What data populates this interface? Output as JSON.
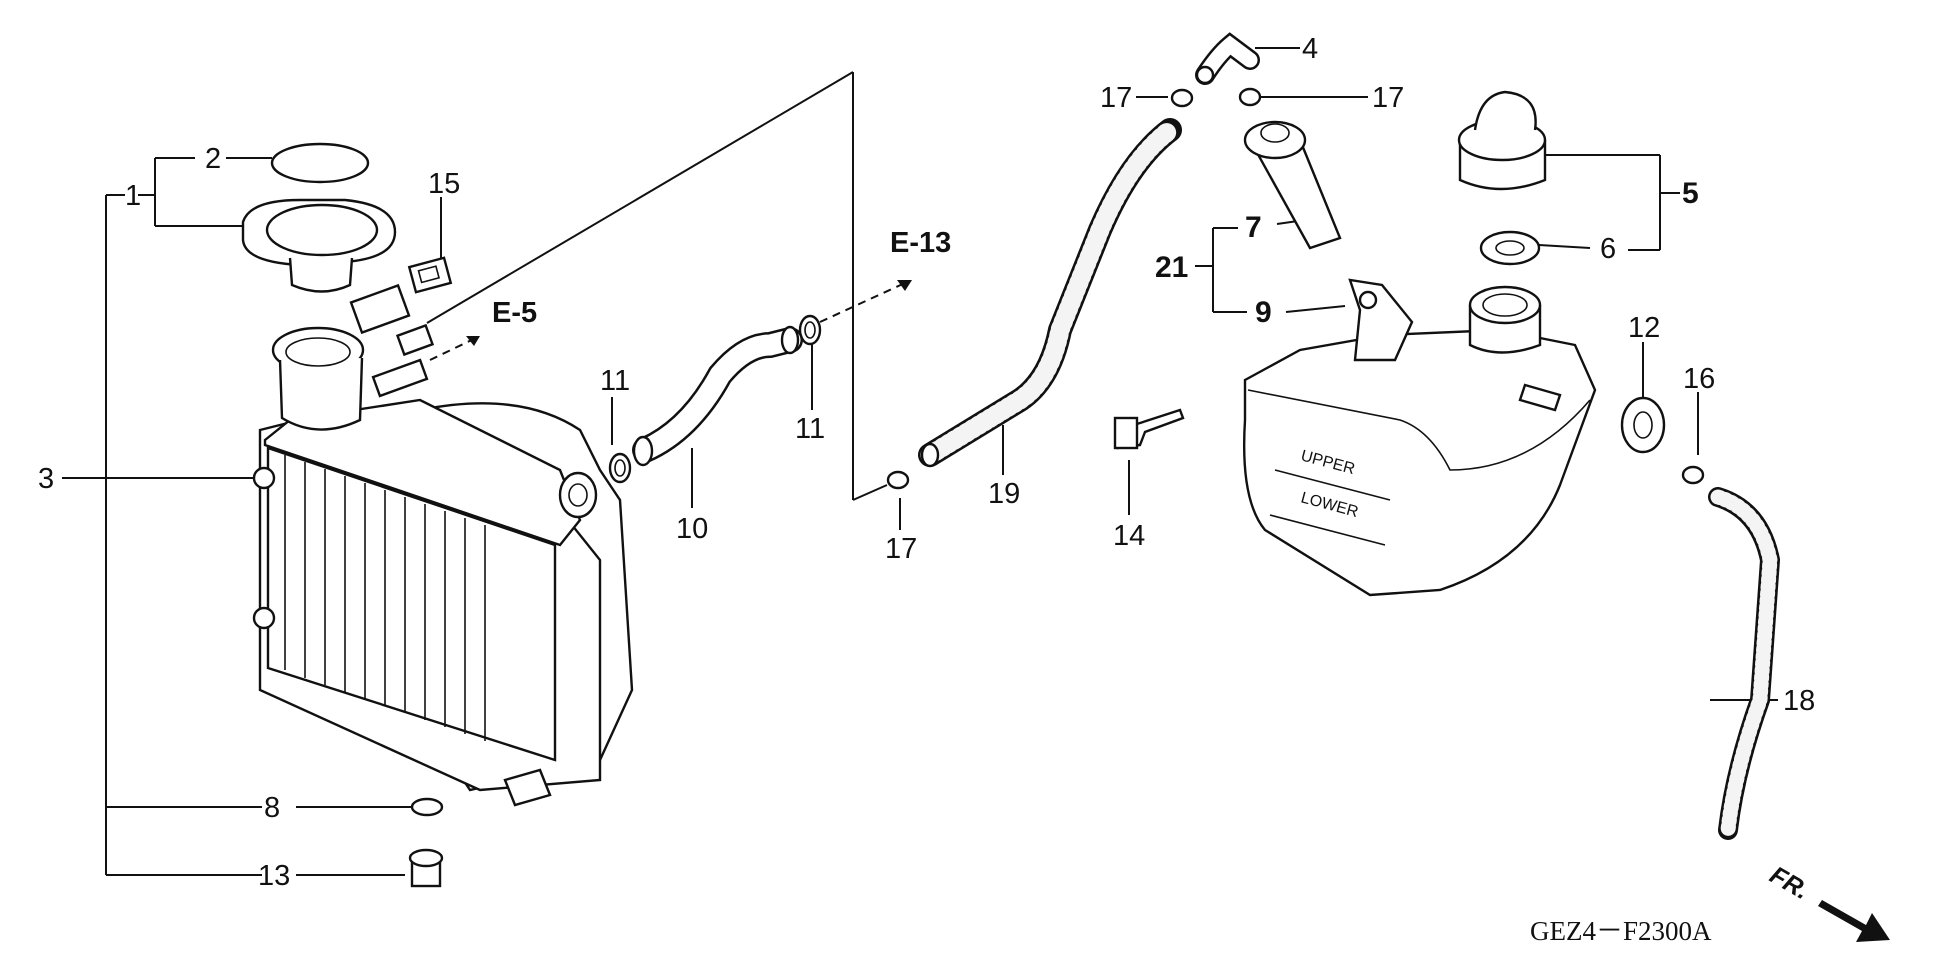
{
  "callouts": {
    "c1": "1",
    "c2": "2",
    "c3": "3",
    "c4": "4",
    "c5": "5",
    "c6": "6",
    "c7": "7",
    "c8": "8",
    "c9": "9",
    "c10": "10",
    "c11a": "11",
    "c11b": "11",
    "c12": "12",
    "c13": "13",
    "c14": "14",
    "c15": "15",
    "c16": "16",
    "c17a": "17",
    "c17b": "17",
    "c17c": "17",
    "c18": "18",
    "c19": "19",
    "c21": "21"
  },
  "references": {
    "e5": "E-5",
    "e13": "E-13"
  },
  "tank_markings": {
    "upper": "UPPER",
    "lower": "LOWER"
  },
  "front_arrow": {
    "label": "FR."
  },
  "diagram_code": "GEZ4－F2300A"
}
